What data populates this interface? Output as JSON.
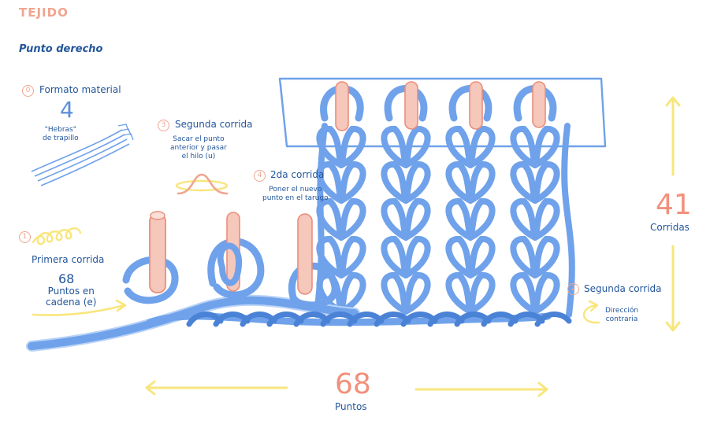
{
  "header": {
    "title": "TEJIDO",
    "subtitle": "Punto derecho"
  },
  "steps": [
    {
      "num": "0",
      "title": "Formato material",
      "value": "4",
      "note": "\"Hebras\"\nde trapillo"
    },
    {
      "num": "1",
      "title": "Primera corrida",
      "value": "68",
      "note": "Puntos en\ncadena (e)"
    },
    {
      "num": "2",
      "title": "Segunda corrida",
      "note": "Dirección\ncontraria"
    },
    {
      "num": "3",
      "title": "Segunda corrida",
      "note": "Sacar el punto\nanterior y pasar\nel hilo (u)"
    },
    {
      "num": "4",
      "title": "2da corrida",
      "note": "Poner el nuevo\npunto en el tarugo"
    }
  ],
  "dimensions": {
    "rows": {
      "value": "41",
      "label": "Corridas"
    },
    "stitches": {
      "value": "68",
      "label": "Puntos"
    }
  },
  "colors": {
    "title": "#f0a58f",
    "text": "#23569b",
    "yarn": "#6fa2ea",
    "yarn_dark": "#4a82d6",
    "peg": "#f6c7bb",
    "peg_outline": "#e98e7c",
    "arrow": "#f8e67c",
    "accent_number": "#f2907b",
    "blue_number": "#5b8fd9"
  }
}
